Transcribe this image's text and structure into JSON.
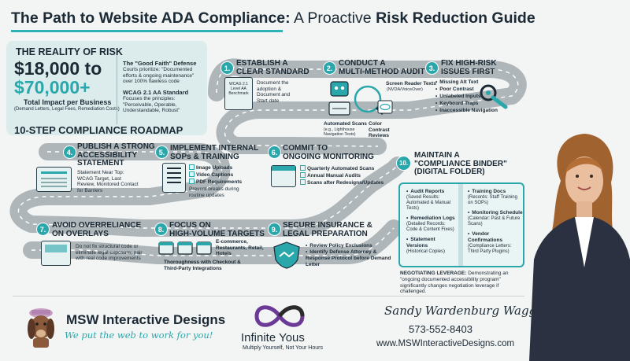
{
  "header": {
    "title_part1": "The Path to Website ADA Compliance:",
    "title_part2": " A Proactive ",
    "title_part3": "Risk Reduction Guide"
  },
  "risk": {
    "heading": "THE REALITY OF RISK",
    "amount_low": "$18,000 to",
    "amount_high": "$70,000+",
    "impact": "Total Impact per Business",
    "impact_sub": "(Demand Letters, Legal Fees, Remediation Costs)",
    "good_faith_title": "The \"Good Faith\" Defense",
    "good_faith_body": "Courts prioritize: \"Documented efforts & ongoing maintenance\" over 100% flawless code",
    "wcag_title": "WCAG 2.1 AA Standard",
    "wcag_body": "Focuses the principles: \"Perceivable, Operable, Understandable, Robust\""
  },
  "roadmap_heading": "10-STEP COMPLIANCE ROADMAP",
  "steps": [
    {
      "num": "1.",
      "title": "ESTABLISH A\nCLEAR STANDARD",
      "body": "Document the adoption & Document and Start date",
      "doc_label": "WCAG 2.1 Level AA Benchmark"
    },
    {
      "num": "2.",
      "title": "CONDUCT A\nMULTI-METHOD AUDIT",
      "screen_readers": "Screen Reader Texts",
      "screen_readers_sub": "(NVDA/VoiceOver)",
      "automated": "Automated Scans",
      "automated_sub": "(e.g., Lighthouse Navigation Tests)",
      "contrast": "Color Contrast Reviews"
    },
    {
      "num": "3.",
      "title": "FIX HIGH-RISK\nISSUES FIRST",
      "items": [
        "Missing Alt Text",
        "Poor Contrast",
        "Unlabeled Inputs",
        "Keyboard Traps",
        "Inaccessible Navigation"
      ]
    },
    {
      "num": "4.",
      "title": "PUBLISH A STRONG\nACCESSIBILITY\nSTATEMENT",
      "body": "Statement Near Top: WCAG Target, Last Review, Monitored Contact for Barriers"
    },
    {
      "num": "5.",
      "title": "IMPLEMENT INTERNAL\nSOPs & TRAINING",
      "items": [
        "Image Uploads",
        "Video Captions",
        "PDF Requirements"
      ],
      "body": "Prevent breaks during routine updates"
    },
    {
      "num": "6.",
      "title": "COMMIT TO\nONGOING MONITORING",
      "items": [
        "Quarterly Automated Scans",
        "Annual Manual Audits",
        "Scans after Redesigns/Updates"
      ]
    },
    {
      "num": "7.",
      "title": "AVOID OVERRELIANCE\nON OVERLAYS",
      "body": "Do not fix structural code or eliminate legal exposure; pair with real code improvements"
    },
    {
      "num": "8.",
      "title": "FOCUS ON\nHIGH-VOLUME TARGETS",
      "targets": "E-commerce, Restaurants, Retail, Hotels",
      "body": "Thoroughness with Checkout & Third-Party Integrations"
    },
    {
      "num": "9.",
      "title": "SECURE INSURANCE &\nLEGAL PREPARATION",
      "items": [
        "Review Policy Exclusions",
        "Identify Defense Attorney & Response Protocol before Demand Letter"
      ]
    },
    {
      "num": "10.",
      "title": "MAINTAIN A\n\"COMPLIANCE BINDER\"\n(DIGITAL FOLDER)"
    }
  ],
  "binder": {
    "left": [
      {
        "title": "Audit Reports",
        "sub": "(Saved Results: Automated & Manual Tests)"
      },
      {
        "title": "Remediation Logs",
        "sub": "(Detailed Records: Code & Content Fixes)"
      },
      {
        "title": "Statement Versions",
        "sub": "(Historical Copies)"
      }
    ],
    "right": [
      {
        "title": "Training Docs",
        "sub": "(Records: Staff Training on SOPs)"
      },
      {
        "title": "Monitoring Schedule",
        "sub": "(Calendar: Past & Future Scans)"
      },
      {
        "title": "Vendor Confirmations",
        "sub": "(Compliance Letters: Third Party Plugins)"
      }
    ],
    "leverage_label": "NEGOTIATING LEVERAGE:",
    "leverage_body": "Demonstrating an \"ongoing documented accessibility program\" significantly changes negotiation leverage if challenged."
  },
  "footer": {
    "msw_brand": "MSW Interactive Designs",
    "msw_tagline": "We put the web to work for you!",
    "iy_brand": "Infinite Yous",
    "iy_tagline": "Multiply Yourself, Not Your Hours",
    "signature": "Sandy Wardenburg Waggett",
    "phone": "573-552-8403",
    "website": "www.MSWInteractiveDesigns.com"
  },
  "colors": {
    "accent": "#2aa7ab",
    "dark": "#1b2a35",
    "road": "#aeb6b9",
    "panel": "#dcecec"
  }
}
